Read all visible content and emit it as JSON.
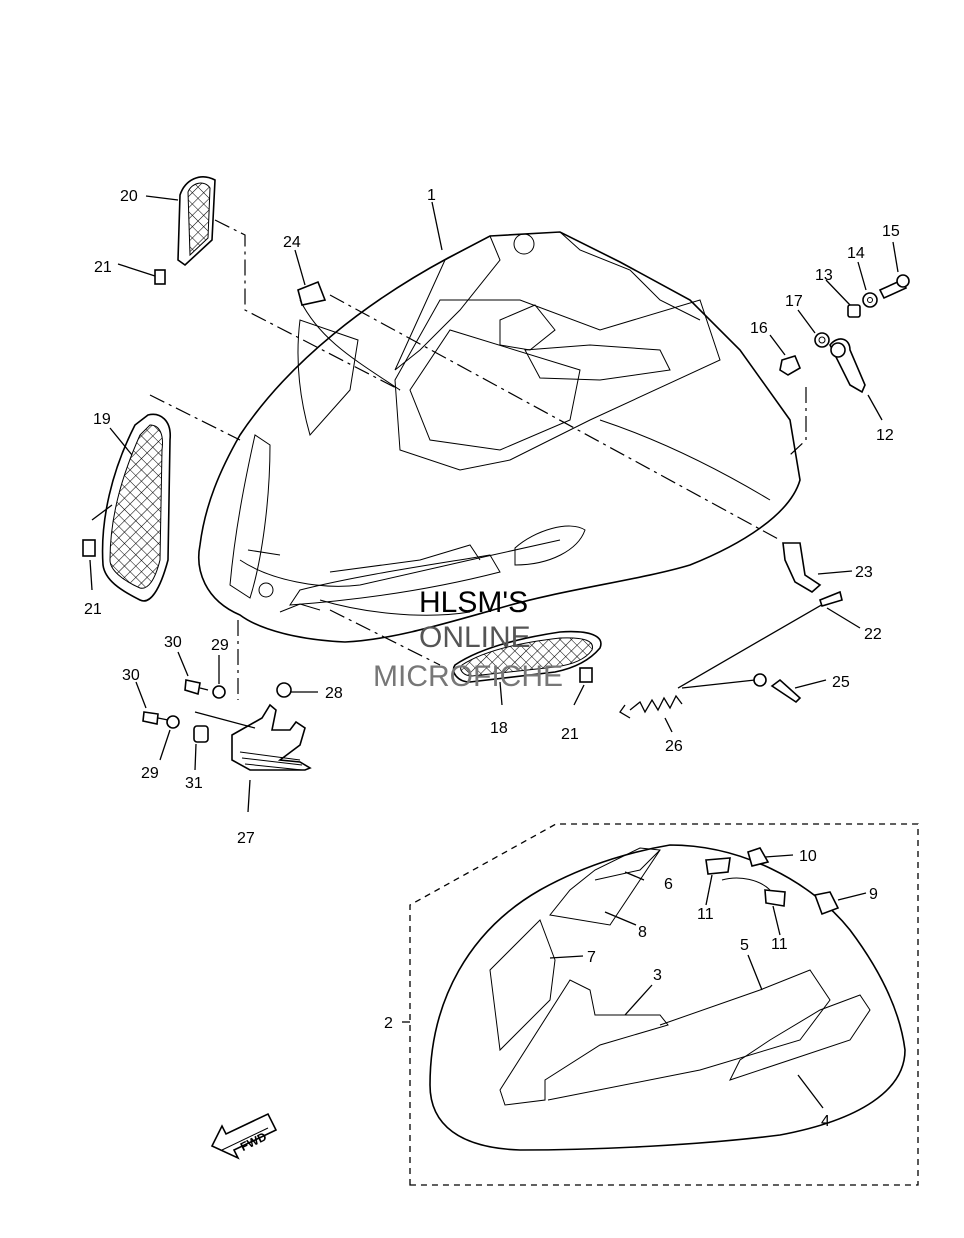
{
  "callouts": {
    "c1": "1",
    "c2": "2",
    "c3": "3",
    "c4": "4",
    "c5": "5",
    "c6": "6",
    "c7": "7",
    "c8": "8",
    "c9": "9",
    "c10": "10",
    "c11a": "11",
    "c11b": "11",
    "c12": "12",
    "c13": "13",
    "c14": "14",
    "c15": "15",
    "c16": "16",
    "c17": "17",
    "c18": "18",
    "c19": "19",
    "c20": "20",
    "c21a": "21",
    "c21b": "21",
    "c21c": "21",
    "c22": "22",
    "c23": "23",
    "c24": "24",
    "c25": "25",
    "c26": "26",
    "c27": "27",
    "c28": "28",
    "c29a": "29",
    "c29b": "29",
    "c30a": "30",
    "c30b": "30",
    "c31": "31"
  },
  "watermark": {
    "line1": "HLSM'S",
    "line2": "ONLINE",
    "line3": "MICROFICHE"
  },
  "fwd_label": "FWD",
  "icons": {
    "fwd_arrow": "fwd-arrow-icon"
  }
}
